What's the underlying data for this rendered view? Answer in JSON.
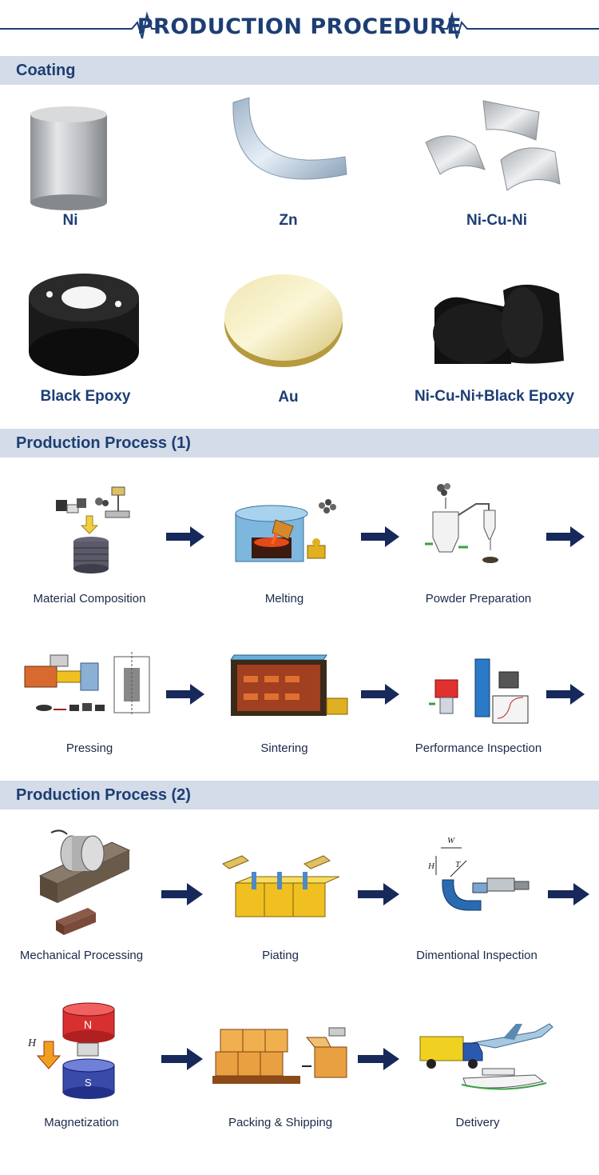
{
  "header": {
    "title": "PRODUCTION PROCEDURE"
  },
  "sections": {
    "coating": "Coating",
    "process1": "Production Process (1)",
    "process2": "Production Process (2)"
  },
  "coatings": [
    "Ni",
    "Zn",
    "Ni-Cu-Ni",
    "Black Epoxy",
    "Au",
    "Ni-Cu-Ni+Black Epoxy"
  ],
  "process1": [
    "Material Composition",
    "Melting",
    "Powder Preparation",
    "Pressing",
    "Sintering",
    "Performance Inspection"
  ],
  "process2": [
    "Mechanical Processing",
    "Piating",
    "Dimentional Inspection",
    "Magnetization",
    "Packing & Shipping",
    "Detivery"
  ],
  "colors": {
    "accent": "#1d3e74",
    "bar": "#d3dce8",
    "arrow": "#16295a"
  }
}
